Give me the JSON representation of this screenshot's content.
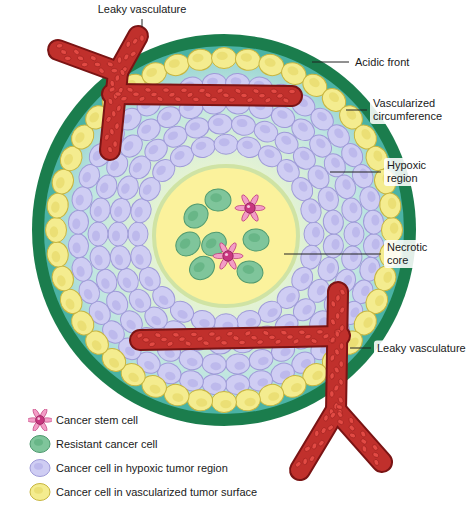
{
  "diagram": {
    "labels": [
      "Leaky vasculature",
      "Acidic front",
      "Vascularized circumference",
      "Hypoxic region",
      "Necrotic core",
      "Leaky vasculature"
    ],
    "legend": [
      {
        "text": "Cancer stem cell"
      },
      {
        "text": "Resistant cancer cell"
      },
      {
        "text": "Cancer cell in hypoxic tumor region"
      },
      {
        "text": "Cancer cell in vascularized tumor surface"
      }
    ]
  }
}
